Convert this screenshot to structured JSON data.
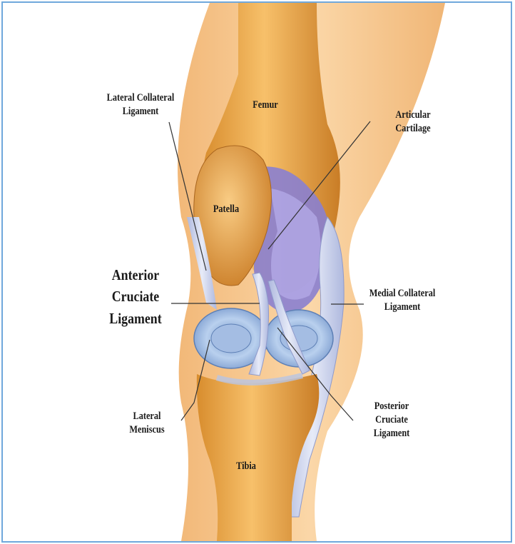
{
  "labels": {
    "femur": "Femur",
    "patella": "Patella",
    "tibia": "Tibia",
    "lateral_collateral": [
      "Lateral Collateral",
      "Ligament"
    ],
    "articular_cartilage": [
      "Articular",
      "Cartilage"
    ],
    "anterior_cruciate": [
      "Anterior",
      "Cruciate",
      "Ligament"
    ],
    "medial_collateral": [
      "Medial Collateral",
      "Ligament"
    ],
    "lateral_meniscus": [
      "Lateral",
      "Meniscus"
    ],
    "posterior_cruciate": [
      "Posterior",
      "Cruciate",
      "Ligament"
    ]
  },
  "colors": {
    "frame": "#6fa8dc",
    "skin": "#f6c487",
    "bone": "#e9a94a",
    "bone_dark": "#b8772a",
    "cartilage": "#8a7fd0",
    "meniscus": "#a9c3e6",
    "ligament": "#c7cfe9"
  }
}
